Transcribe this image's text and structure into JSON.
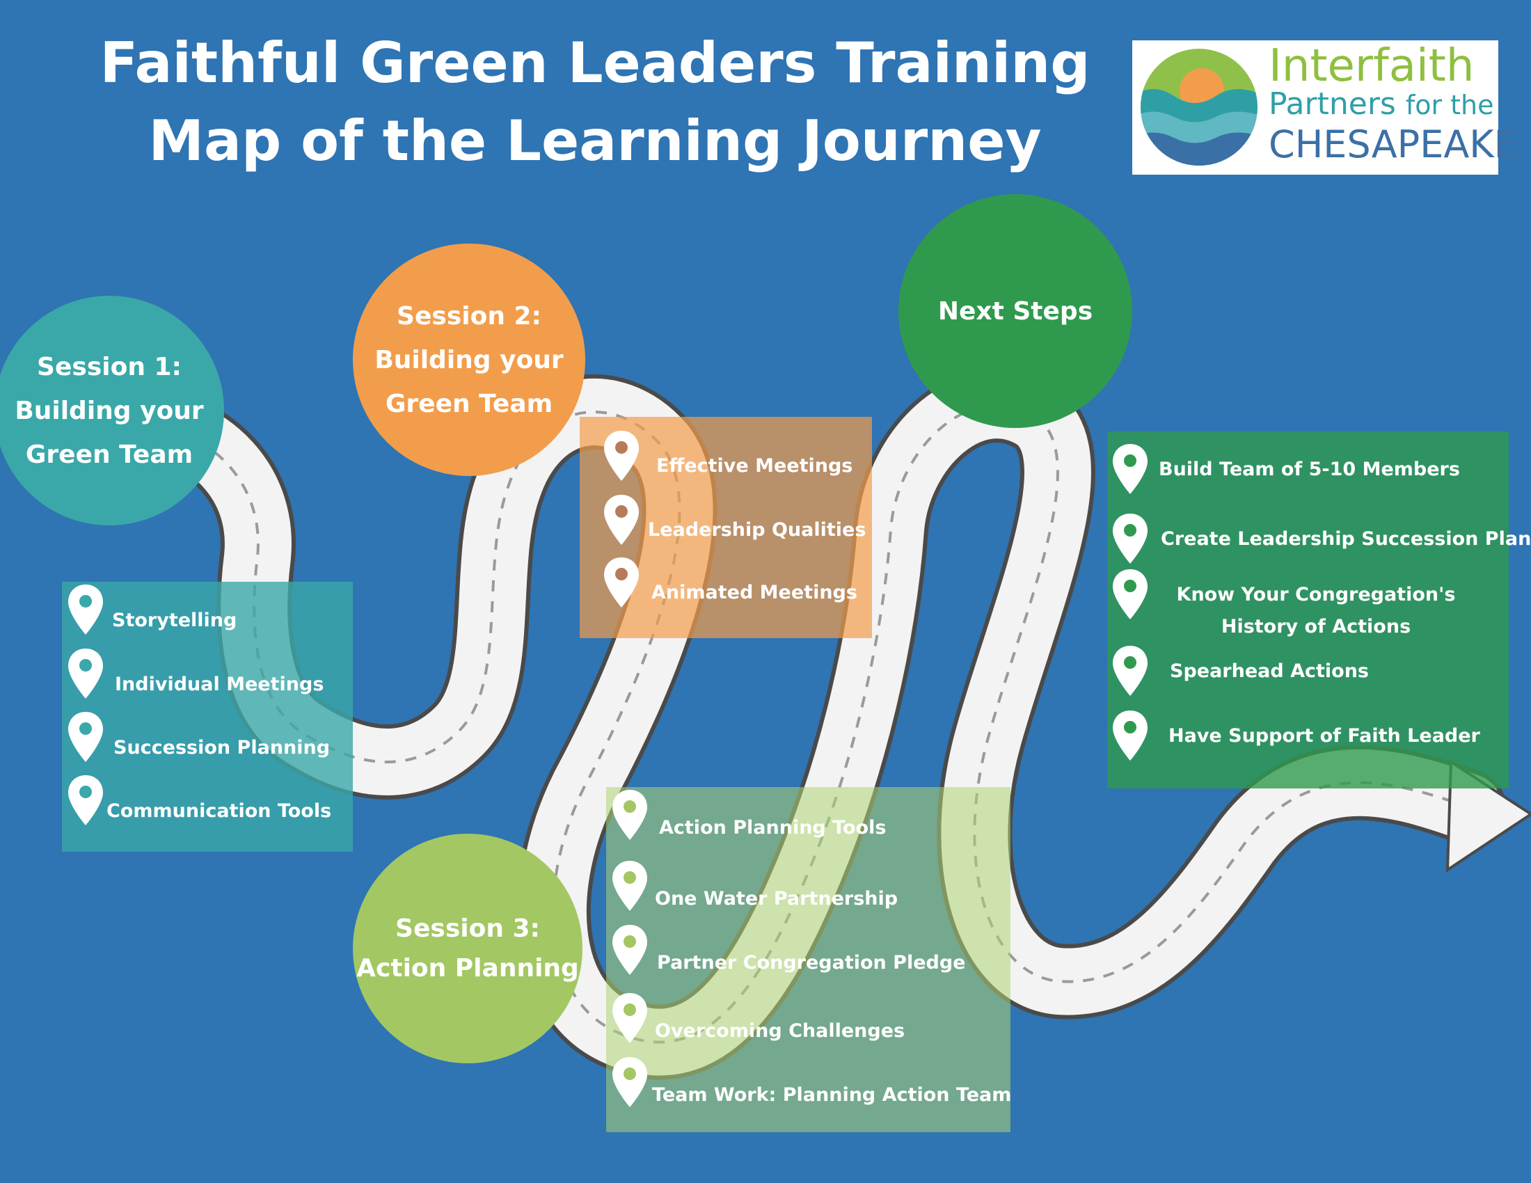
{
  "title": {
    "line1": "Faithful Green Leaders Training",
    "line2": "Map of the Learning Journey"
  },
  "logo": {
    "line1": "Interfaith",
    "line2a": "Partners ",
    "line2b": "for the",
    "line3": "CHESAPEAKE"
  },
  "sessions": {
    "s1": {
      "line1": "Session 1:",
      "line2": "Building your",
      "line3": "Green Team",
      "color": "#3aa8a8"
    },
    "s2": {
      "line1": "Session 2:",
      "line2": "Building your",
      "line3": "Green Team",
      "color": "#f29d4b"
    },
    "s3": {
      "line1": "Session 3:",
      "line2": "Action Planning",
      "color": "#a3c763"
    },
    "next": {
      "line1": "Next Steps",
      "color": "#2f9a4e"
    }
  },
  "topics": {
    "session1": [
      "Storytelling",
      "Individual Meetings",
      "Succession Planning",
      "Communication Tools"
    ],
    "session2": [
      "Effective Meetings",
      "Leadership Qualities",
      "Animated Meetings"
    ],
    "session3": [
      "Action Planning Tools",
      "One Water Partnership",
      "Partner Congregation Pledge",
      "Overcoming Challenges",
      "Team Work: Planning Action Team"
    ],
    "next": [
      "Build Team of 5-10 Members",
      "Create Leadership Succession Plan",
      "Know Your Congregation's History of Actions",
      "Spearhead Actions",
      "Have Support of Faith Leader"
    ]
  },
  "colors": {
    "background": "#2f74b3",
    "road": "#f3f3f3",
    "road_edge": "#4a4a4a"
  },
  "icons": {
    "topic_marker": "map-pin-icon"
  }
}
